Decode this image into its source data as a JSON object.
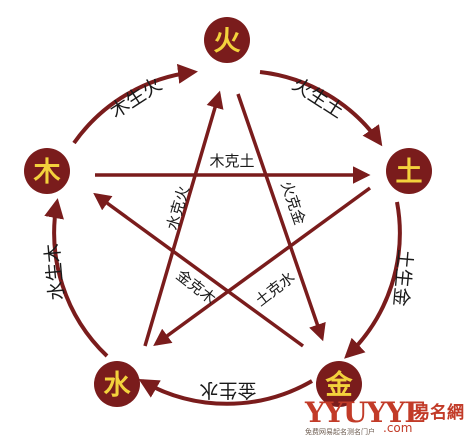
{
  "diagram": {
    "colors": {
      "circle": "#7a1c1c",
      "element_fill": "#7a1c1c",
      "element_text": "#f3d23c",
      "label_text": "#1a1a1a",
      "background": "#ffffff"
    },
    "elements": {
      "fire": "火",
      "earth": "土",
      "metal": "金",
      "water": "水",
      "wood": "木"
    },
    "generating_cycle": {
      "fire_earth": "火生土",
      "earth_metal": "土生金",
      "metal_water": "金生水",
      "water_wood": "水生木",
      "wood_fire": "木生火"
    },
    "controlling_cycle": {
      "wood_earth": "木克土",
      "water_fire": "水克火",
      "fire_metal": "火克金",
      "metal_wood": "金克木",
      "earth_water": "土克水"
    }
  },
  "watermark": {
    "brand": "YYUYYE",
    "name": "易名網",
    "domain": ".com",
    "tagline": "免费网易起名测名门户"
  }
}
